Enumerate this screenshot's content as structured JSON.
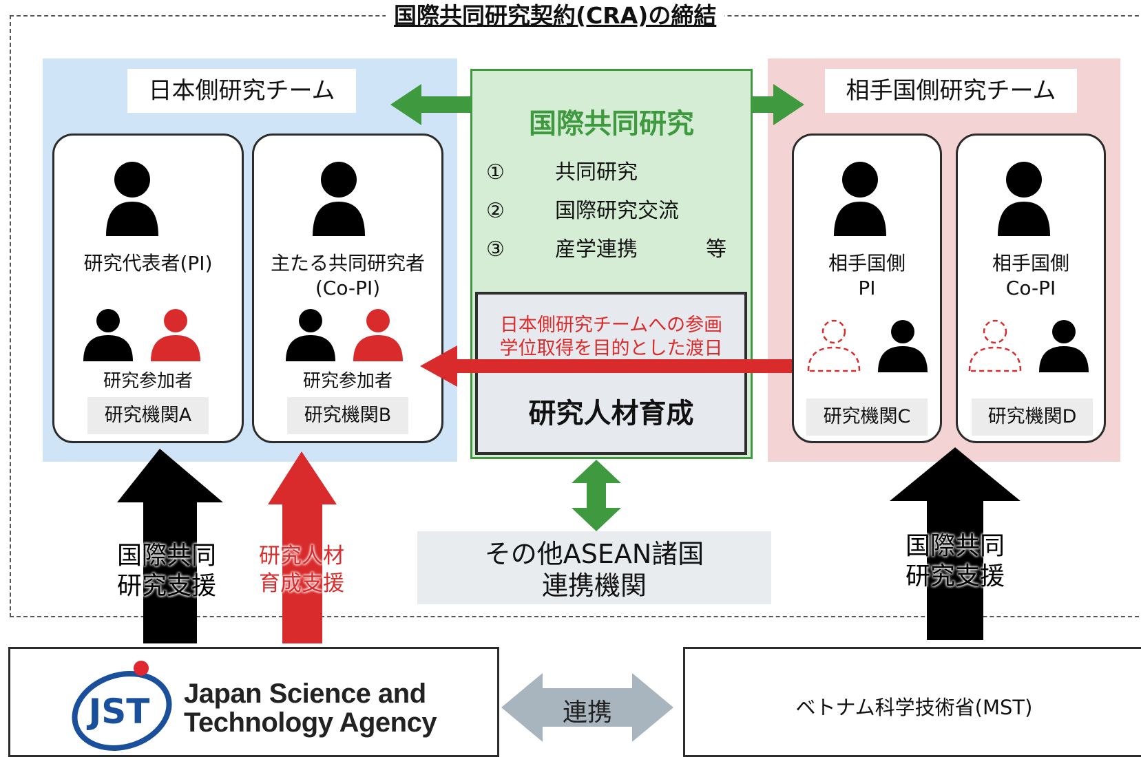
{
  "title": "国際共同研究契約(CRA)の締結",
  "japan_team": {
    "label": "日本側研究チーム",
    "cards": [
      {
        "role_lines": [
          "研究代表者(PI)"
        ],
        "participants_label": "研究参加者",
        "institution": "研究機関A"
      },
      {
        "role_lines": [
          "主たる共同研究者",
          "(Co-PI)"
        ],
        "participants_label": "研究参加者",
        "institution": "研究機関B"
      }
    ]
  },
  "partner_team": {
    "label": "相手国側研究チーム",
    "cards": [
      {
        "role_lines": [
          "相手国側",
          "PI"
        ],
        "institution": "研究機関C"
      },
      {
        "role_lines": [
          "相手国側",
          "Co-PI"
        ],
        "institution": "研究機関D"
      }
    ]
  },
  "joint_research": {
    "heading": "国際共同研究",
    "items": [
      {
        "num": "①",
        "text": "共同研究"
      },
      {
        "num": "②",
        "text": "国際研究交流"
      },
      {
        "num": "③",
        "text": "産学連携",
        "suffix": "等"
      }
    ],
    "hrd_lines": [
      "日本側研究チームへの参画",
      "学位取得を目的とした渡日"
    ],
    "hrd_title": "研究人材育成"
  },
  "asean": {
    "lines": [
      "その他ASEAN諸国",
      "連携機関"
    ]
  },
  "support_arrows": {
    "jst_joint": [
      "国際共同",
      "研究支援"
    ],
    "jst_hrd": [
      "研究人材",
      "育成支援"
    ],
    "mst_joint": [
      "国際共同",
      "研究支援"
    ]
  },
  "bottom": {
    "jst_logo_text": "JST",
    "jst_name_lines": [
      "Japan Science and",
      "Technology Agency"
    ],
    "link_label": "連携",
    "mst_name": "ベトナム科学技術省(MST)"
  },
  "colors": {
    "blue_panel": "#cfe4f6",
    "pink_panel": "#f3d3d3",
    "green": "#3f9a3f",
    "red": "#d92b2b",
    "jst_blue": "#1a4f9c"
  }
}
